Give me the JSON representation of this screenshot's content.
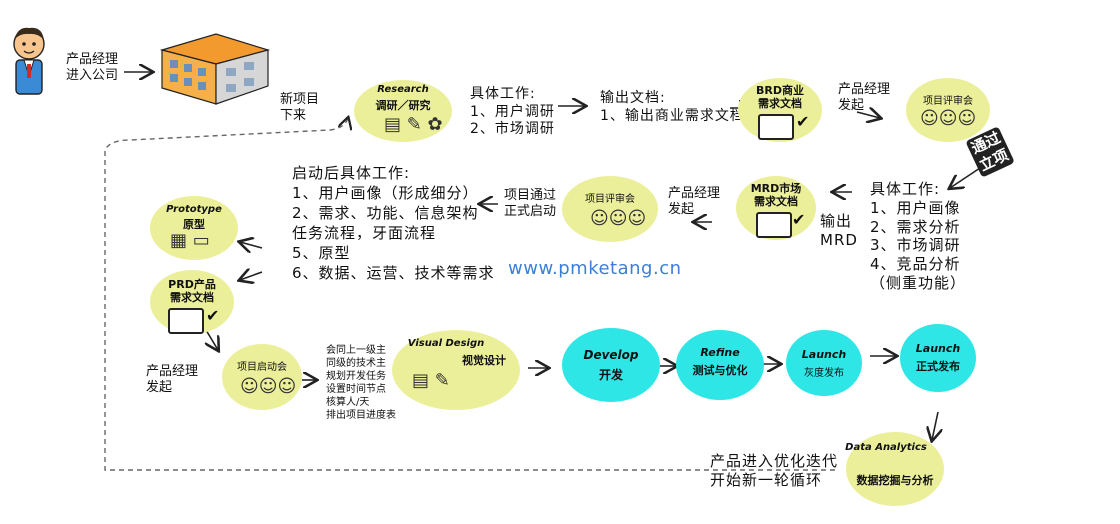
{
  "pm_enter": "产品经理\n进入公司",
  "new_project": "新项目\n下来",
  "research": {
    "en": "Research",
    "zh": "调研／研究"
  },
  "research_work": "具体工作:\n1、用户调研\n2、市场调研",
  "output_docs": "输出文档:\n1、输出商业需求文档",
  "brd": {
    "line1": "BRD商业",
    "line2": "需求文档"
  },
  "pm_initiate_top": "产品经理\n发起",
  "review1": "项目评审会",
  "approved": "通过\n立项",
  "mrd_work": "具体工作:\n1、用户画像\n2、需求分析\n3、市场调研\n4、竞品分析\n（侧重功能）",
  "output_mrd": "输出\nMRD",
  "mrd": {
    "line1": "MRD市场",
    "line2": "需求文档"
  },
  "pm_initiate_mid": "产品经理\n发起",
  "review2": "项目评审会",
  "approved_start": "项目通过\n正式启动",
  "start_work": "启动后具体工作:\n1、用户画像（形成细分）\n2、需求、功能、信息架构\n任务流程，牙面流程\n5、原型\n6、数据、运营、技术等需求",
  "prototype": {
    "en": "Prototype",
    "zh": "原型"
  },
  "prd": {
    "line1": "PRD产品",
    "line2": "需求文档"
  },
  "watermark": "www.pmketang.cn",
  "pm_initiate_bottom": "产品经理\n发起",
  "kickoff": "项目启动会",
  "kickoff_tasks": "会同上一级主\n同级的技术主\n规划开发任务\n设置时间节点\n核算人/天\n排出项目进度表",
  "visual_design": {
    "en": "Visual Design",
    "zh": "视觉设计"
  },
  "develop": {
    "en": "Develop",
    "zh": "开发"
  },
  "refine": {
    "en": "Refine",
    "zh": "测试与优化"
  },
  "launch_gray": {
    "en": "Launch",
    "zh": "灰度发布"
  },
  "launch_formal": {
    "en": "Launch",
    "zh": "正式发布"
  },
  "iterate": "产品进入优化迭代\n开始新一轮循环",
  "analytics": {
    "en": "Data\nAnalytics",
    "zh": "数据挖掘与分析"
  },
  "colors": {
    "blob": "#ecef9a",
    "cyan": "#2ee6e6",
    "watermark": "#3b7fd6"
  }
}
